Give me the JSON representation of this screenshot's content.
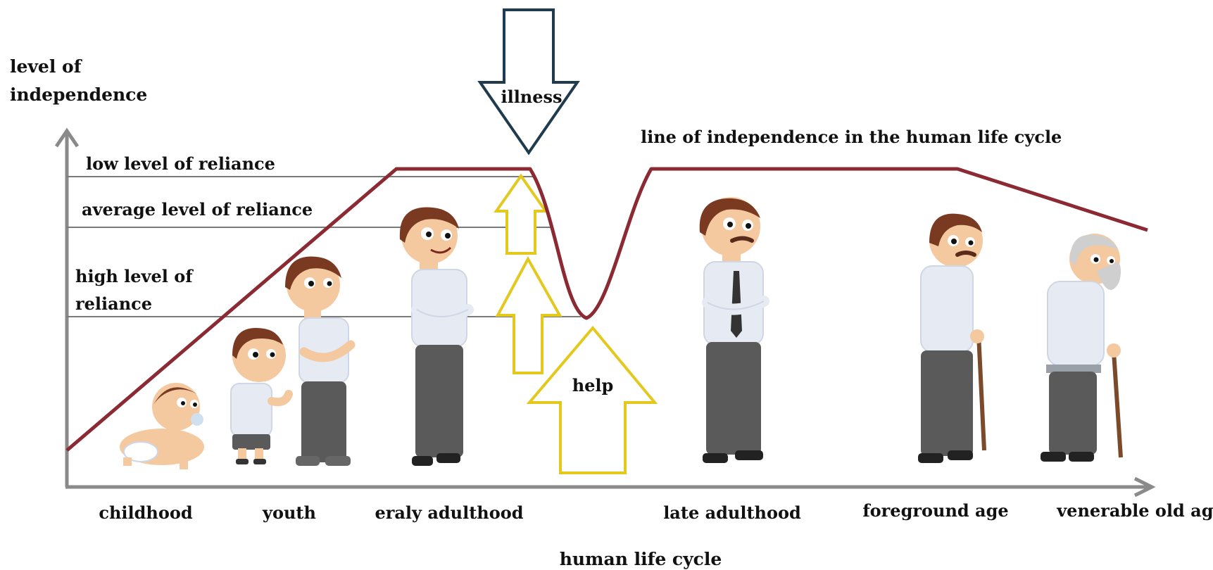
{
  "y_axis_label": [
    "level of",
    "independence"
  ],
  "x_axis_label": "human life cycle",
  "curve_label": "line of independence in the human life cycle",
  "reliance_levels": {
    "low": [
      "low level of reliance"
    ],
    "average": [
      "average level of reliance"
    ],
    "high": [
      "high level of",
      "reliance"
    ]
  },
  "arrows": {
    "illness": "illness",
    "help": "help"
  },
  "stages": [
    "childhood",
    "youth",
    "eraly adulthood",
    "late adulthood",
    "foreground age",
    "venerable old age"
  ],
  "colors": {
    "curve": "#8b2a33",
    "axis": "#8a8a8a",
    "level_lines": "#7a7a7a",
    "illness_arrow": "#1f3b4d",
    "help_arrows": "#e3c81e",
    "shirt": "#e6eaf3",
    "pants": "#5a5a5a",
    "skin": "#f5c9a0",
    "hair": "#7a3a22"
  }
}
